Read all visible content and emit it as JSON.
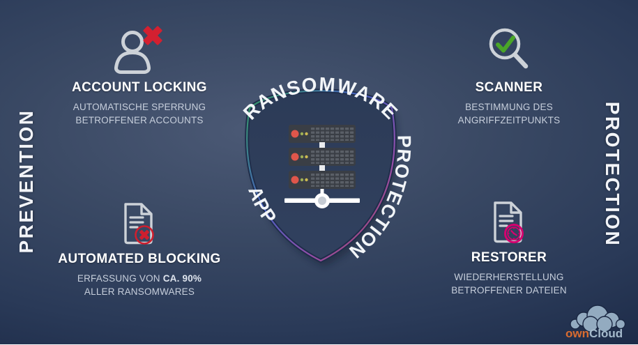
{
  "side_labels": {
    "left": "PREVENTION",
    "right": "PROTECTION"
  },
  "shield": {
    "arc_top_label": "RANSOMWARE",
    "arc_right_label": "PROTECTION",
    "arc_left_label": "APP"
  },
  "features": {
    "account_locking": {
      "icon": "user-blocked-icon",
      "title": "ACCOUNT LOCKING",
      "line1": "AUTOMATISCHE SPERRUNG",
      "line2": "BETROFFENER ACCOUNTS"
    },
    "scanner": {
      "icon": "magnifier-check-icon",
      "title": "SCANNER",
      "line1": "BESTIMMUNG DES",
      "line2": "ANGRIFFZEITPUNKTS"
    },
    "automated_blocking": {
      "icon": "document-blocked-icon",
      "title": "AUTOMATED BLOCKING",
      "line1_normal": "ERFASSUNG VON ",
      "line1_bold": "CA. 90%",
      "line2": "ALLER RANSOMWARES"
    },
    "restorer": {
      "icon": "document-restore-icon",
      "title": "RESTORER",
      "line1": "WIEDERHERSTELLUNG",
      "line2": "BETROFFENER DATEIEN"
    }
  },
  "logo": {
    "part1": "own",
    "part2": "Cloud"
  },
  "colors": {
    "background_center": "#4b5975",
    "background_edge": "#152138",
    "shield_fill": "#2d3c59",
    "accent_red": "#d32030",
    "accent_green": "#4aa528",
    "accent_magenta": "#d6006f",
    "icon_gray": "#cdd2d8",
    "heading_text": "#ffffff",
    "body_text": "#c7cfdc",
    "logo_orange": "#d96c30",
    "logo_blue": "#a5bacc"
  }
}
